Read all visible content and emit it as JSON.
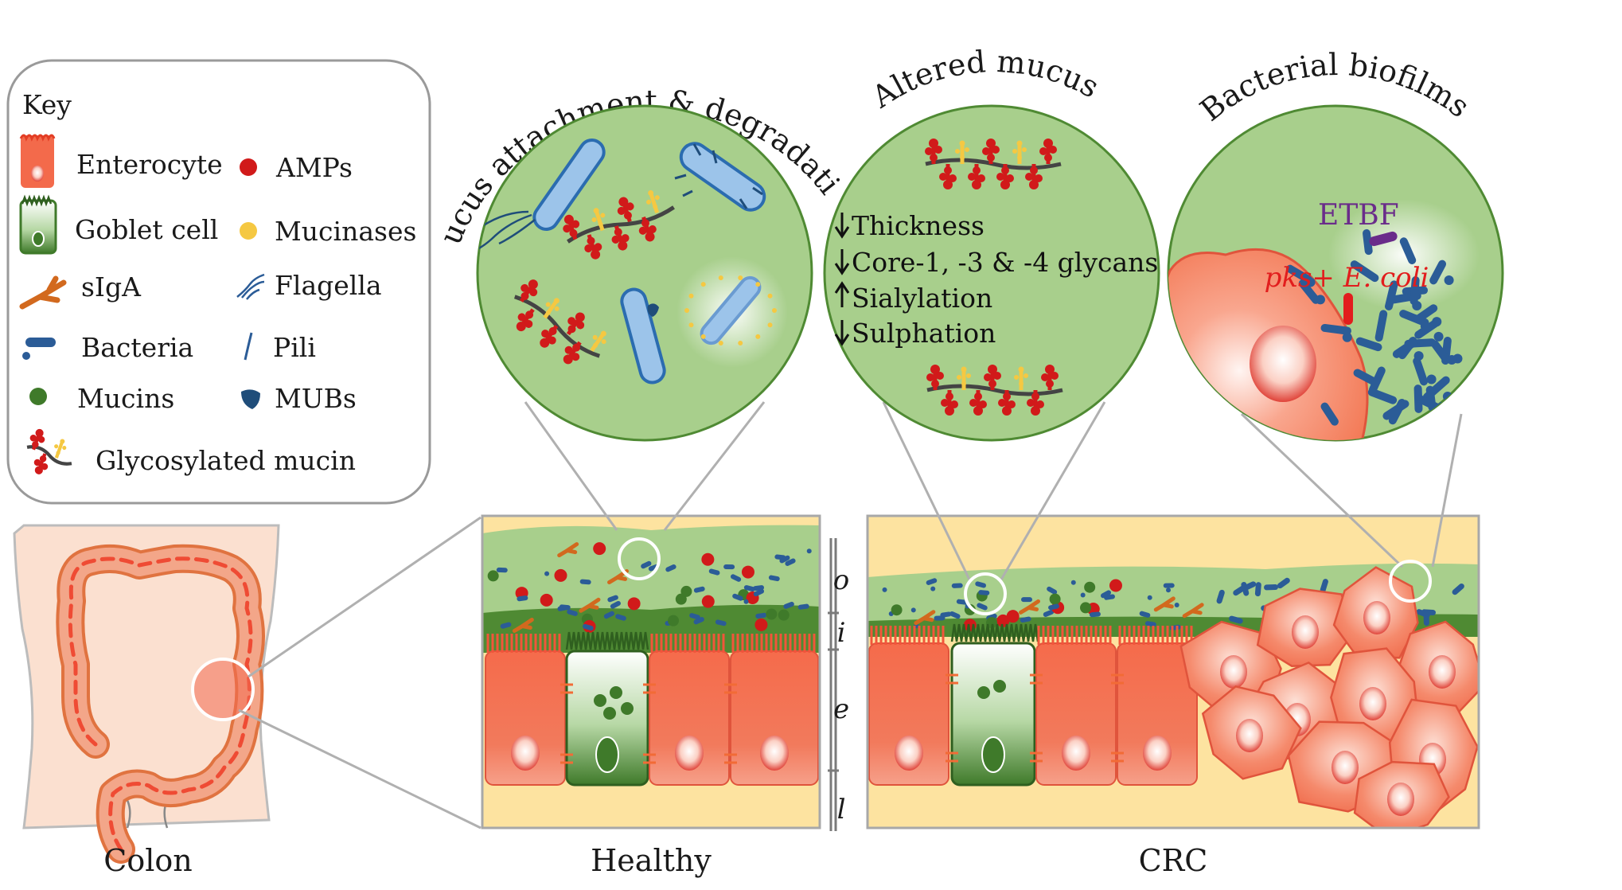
{
  "key": {
    "title": "Key",
    "items": [
      {
        "label": "Enterocyte",
        "icon": "enterocyte-icon"
      },
      {
        "label": "AMPs",
        "icon": "amp-icon"
      },
      {
        "label": "Goblet cell",
        "icon": "goblet-cell-icon"
      },
      {
        "label": "Mucinases",
        "icon": "mucinase-icon"
      },
      {
        "label": "sIgA",
        "icon": "siga-icon"
      },
      {
        "label": "Flagella",
        "icon": "flagella-icon"
      },
      {
        "label": "Bacteria",
        "icon": "bacteria-icon"
      },
      {
        "label": "Pili",
        "icon": "pili-icon"
      },
      {
        "label": "Mucins",
        "icon": "mucin-icon"
      },
      {
        "label": "MUBs",
        "icon": "mub-icon"
      },
      {
        "label": "Glycosylated mucin",
        "icon": "glycosylated-mucin-icon"
      }
    ]
  },
  "circles": {
    "c1_title": "Mucus attachment & degradation",
    "c2_title": "Altered mucus",
    "c3_title": "Bacterial biofilms",
    "c2_lines": [
      {
        "arrow": "down",
        "text": "Thickness"
      },
      {
        "arrow": "down",
        "text": "Core-1, -3 & -4 glycans"
      },
      {
        "arrow": "up",
        "text": "Sialylation"
      },
      {
        "arrow": "down",
        "text": "Sulphation"
      }
    ],
    "c3_etbf": "ETBF",
    "c3_pks": "pks+ E. coli"
  },
  "layers": [
    "o",
    "i",
    "e",
    "l"
  ],
  "panels": {
    "colon": "Colon",
    "healthy": "Healthy",
    "crc": "CRC"
  },
  "colors": {
    "mucus_green": "#a8cf8c",
    "inner_mucus": "#4f8a33",
    "enterocyte": "#f36a4b",
    "goblet": "#3f7a2a",
    "lamina": "#fde3a0",
    "amp_red": "#d11a1a",
    "mucinase_yellow": "#f5c842",
    "bacteria_blue": "#2b5c97",
    "siga_orange": "#d2691e",
    "etbf_purple": "#6a2c8a",
    "pks_red": "#e21d1d"
  }
}
